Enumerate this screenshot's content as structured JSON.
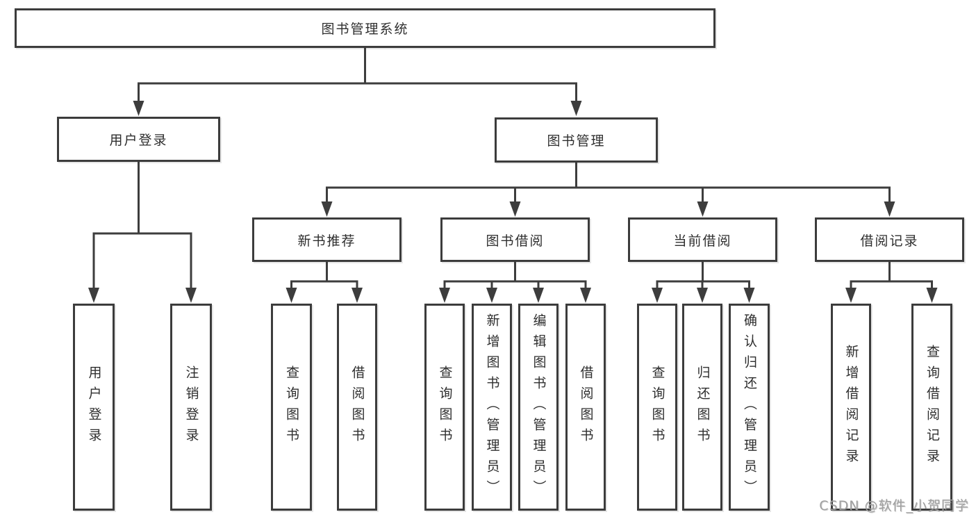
{
  "colors": {
    "line": "#3d3d3d",
    "box_border": "#3c3c3c",
    "text": "#2e2e2e",
    "background": "#ffffff",
    "watermark_gray": "#a0a0a0"
  },
  "nodes": {
    "root": {
      "label": "图书管理系统"
    },
    "level2": [
      {
        "label": "用户登录"
      },
      {
        "label": "图书管理"
      }
    ],
    "level3": [
      {
        "label": "新书推荐",
        "parent": "图书管理"
      },
      {
        "label": "图书借阅",
        "parent": "图书管理"
      },
      {
        "label": "当前借阅",
        "parent": "图书管理"
      },
      {
        "label": "借阅记录",
        "parent": "图书管理"
      }
    ],
    "leaves": [
      {
        "label": "用户登录",
        "parent": "用户登录"
      },
      {
        "label": "注销登录",
        "parent": "用户登录"
      },
      {
        "label": "查询图书",
        "parent": "新书推荐"
      },
      {
        "label": "借阅图书",
        "parent": "新书推荐"
      },
      {
        "label": "查询图书",
        "parent": "图书借阅"
      },
      {
        "label": "新增图书（管理员）",
        "parent": "图书借阅"
      },
      {
        "label": "编辑图书（管理员）",
        "parent": "图书借阅"
      },
      {
        "label": "借阅图书",
        "parent": "图书借阅"
      },
      {
        "label": "查询图书",
        "parent": "当前借阅"
      },
      {
        "label": "归还图书",
        "parent": "当前借阅"
      },
      {
        "label": "确认归还（管理员）",
        "parent": "当前借阅"
      },
      {
        "label": "新增借阅记录",
        "parent": "借阅记录"
      },
      {
        "label": "查询借阅记录",
        "parent": "借阅记录"
      }
    ]
  },
  "watermark": {
    "text": "CSDN @软件_小贺同学"
  }
}
